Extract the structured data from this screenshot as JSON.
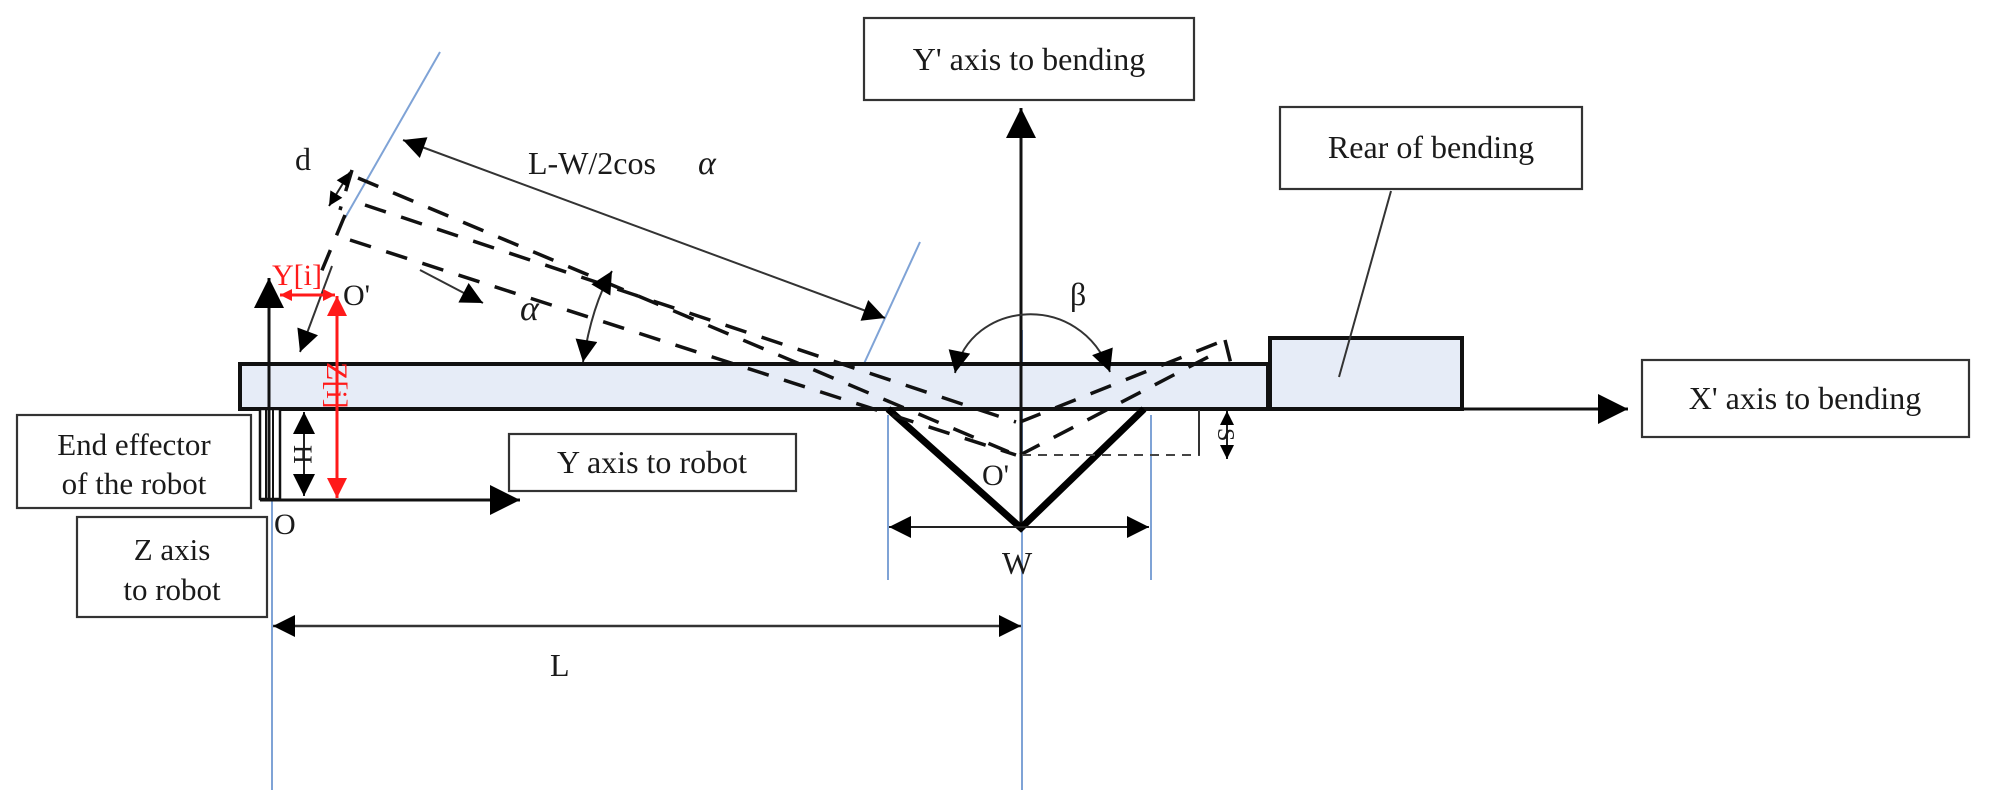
{
  "diagram": {
    "title": "Robot bending coordinate diagram",
    "colors": {
      "plate_fill": "#e6ecf7",
      "guide_line": "#7fa3d6",
      "highlight": "#ff1a1a",
      "stroke": "#111111"
    },
    "boxes": {
      "y_prime_axis": "Y' axis to bending",
      "rear_of_bending": "Rear of bending",
      "x_prime_axis": "X' axis to bending",
      "y_axis_robot": "Y axis to robot",
      "end_effector_line1": "End effector",
      "end_effector_line2": "of the robot",
      "z_axis_line1": "Z axis",
      "z_axis_line2": "to  robot"
    },
    "labels": {
      "d": "d",
      "length_formula": "L-W/2cos",
      "alpha": "α",
      "alpha_small": "α",
      "beta": "β",
      "y_i": "Y[i]",
      "z_i": "Z[i]",
      "o_prime_top": "O'",
      "o_prime_bottom": "O'",
      "origin": "O",
      "h": "H",
      "s": "S",
      "w": "W",
      "l": "L"
    }
  }
}
